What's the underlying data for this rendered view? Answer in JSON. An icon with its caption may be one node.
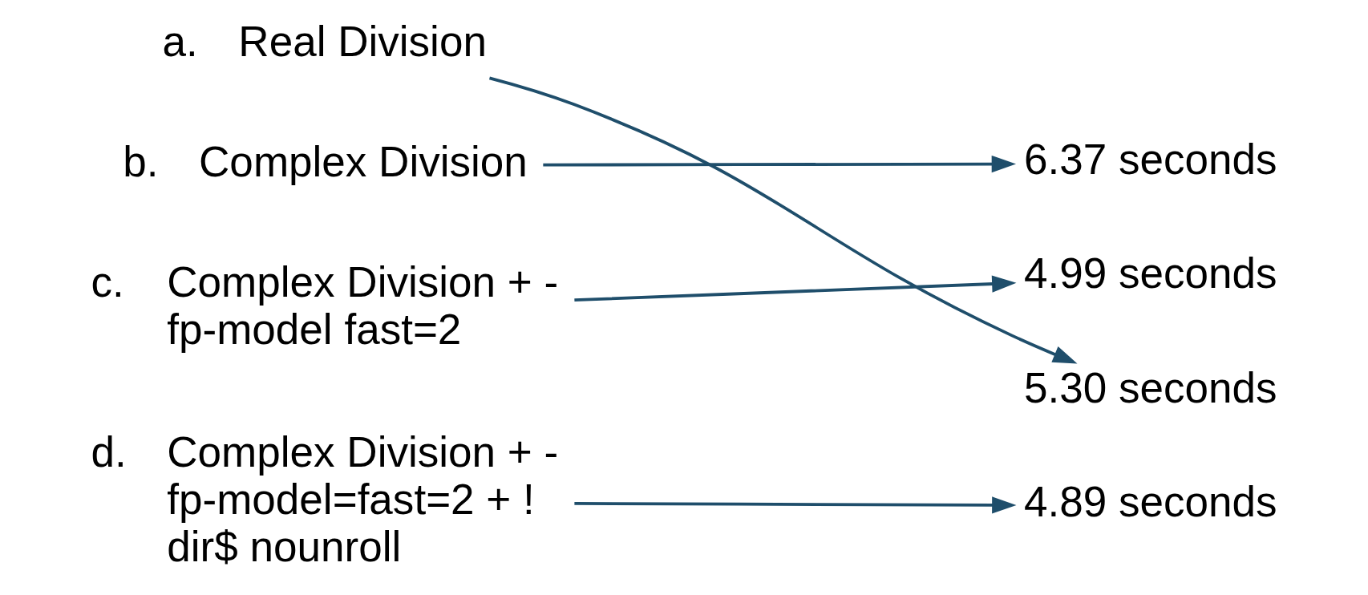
{
  "diagram": {
    "nodes": [
      {
        "text": [
          "a.",
          "Real Division"
        ]
      },
      {
        "text": [
          "b.",
          "Complex Division"
        ]
      },
      {
        "text": [
          "c.",
          "Complex Division + - fp-model fast=2"
        ]
      },
      {
        "text": [
          "d.",
          "Complex Division + - fp-model=fast=2 + ! dir$ nounroll"
        ]
      },
      {
        "text": [
          "6.37 seconds"
        ]
      },
      {
        "text": [
          "4.99 seconds"
        ]
      },
      {
        "text": [
          "5.30 seconds"
        ]
      },
      {
        "text": [
          "4.89 seconds"
        ]
      }
    ],
    "edges": [
      {
        "from": 0,
        "to": 6,
        "arrow": "to"
      },
      {
        "from": 1,
        "to": 4,
        "arrow": "to"
      },
      {
        "from": 2,
        "to": 5,
        "arrow": "to"
      },
      {
        "from": 3,
        "to": 7,
        "arrow": "to"
      }
    ]
  }
}
